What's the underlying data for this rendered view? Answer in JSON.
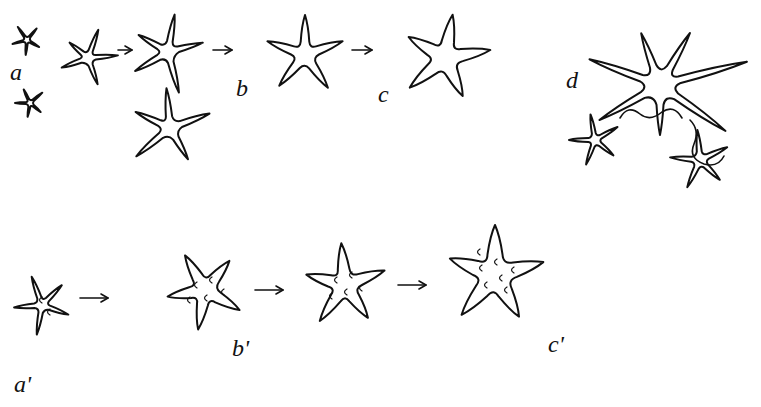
{
  "diagram": {
    "labels": [
      "a",
      "b",
      "c",
      "d",
      "a'",
      "b'",
      "c'"
    ]
  }
}
